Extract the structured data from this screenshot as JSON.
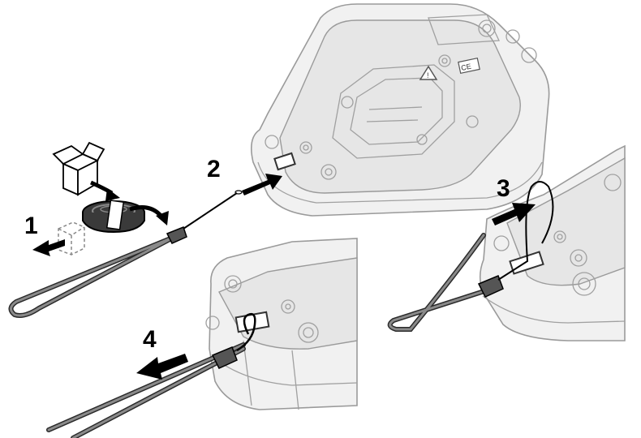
{
  "steps": [
    {
      "label": "1"
    },
    {
      "label": "2"
    },
    {
      "label": "3"
    },
    {
      "label": "4"
    }
  ],
  "colors": {
    "device_fill": "#f1f1f1",
    "device_line": "#9a9a9a",
    "strap": "#2b2b2b",
    "arrow": "#000000"
  },
  "icons": [
    "package-icon",
    "strap-coil-icon",
    "caution-triangle-icon",
    "ce-mark-icon",
    "screw-icon"
  ]
}
